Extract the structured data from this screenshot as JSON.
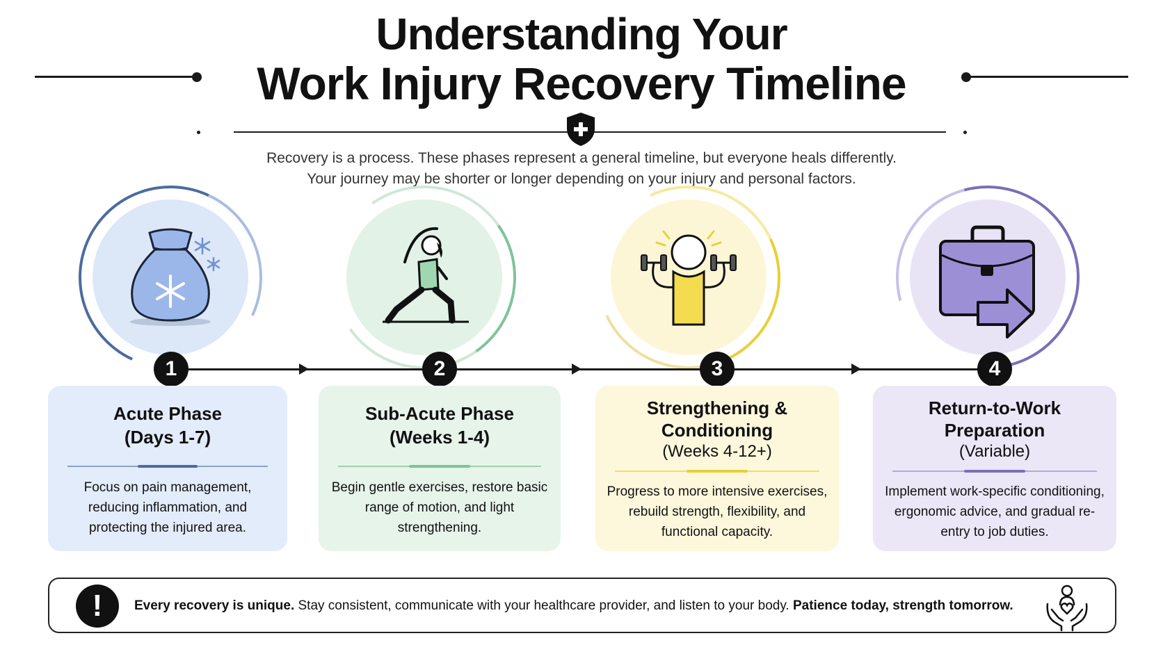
{
  "header": {
    "title_line1": "Understanding Your",
    "title_line2": "Work Injury Recovery Timeline",
    "subtitle_line1": "Recovery is a process. These phases represent a general timeline, but everyone heals differently.",
    "subtitle_line2": "Your journey may be shorter or longer depending on your injury and personal factors.",
    "icon": "shield-plus-icon"
  },
  "phases": [
    {
      "number": "1",
      "title_line1": "Acute Phase",
      "title_line2": "(Days 1-7)",
      "subtitle": "",
      "body": "Focus on pain management, reducing inflammation, and protecting the injured area.",
      "icon": "ice-pack-icon",
      "color": "#dce7f8",
      "accent": "#4a6d9e"
    },
    {
      "number": "2",
      "title_line1": "Sub-Acute Phase",
      "title_line2": "(Weeks 1-4)",
      "subtitle": "",
      "body": "Begin gentle exercises, restore basic range of motion, and light strengthening.",
      "icon": "stretching-person-icon",
      "color": "#e2f2e6",
      "accent": "#7fc39a"
    },
    {
      "number": "3",
      "title_line1": "Strengthening &",
      "title_line2": "Conditioning",
      "subtitle": "(Weeks 4-12+)",
      "body": "Progress to more intensive exercises, rebuild strength, flexibility, and functional capacity.",
      "icon": "dumbbell-lifter-icon",
      "color": "#fdf6d6",
      "accent": "#e8cf3a"
    },
    {
      "number": "4",
      "title_line1": "Return-to-Work",
      "title_line2": "Preparation",
      "subtitle": "(Variable)",
      "body": "Implement work-specific conditioning, ergonomic advice, and gradual re-entry to job duties.",
      "icon": "briefcase-arrow-icon",
      "color": "#e8e4f6",
      "accent": "#7c6db7"
    }
  ],
  "footer": {
    "icon_left": "exclamation-icon",
    "lead": "Every recovery is unique.",
    "middle": " Stay consistent, communicate with your healthcare provider, and listen to your body. ",
    "closing": "Patience today, strength tomorrow.",
    "icon_right": "caring-hands-icon"
  }
}
